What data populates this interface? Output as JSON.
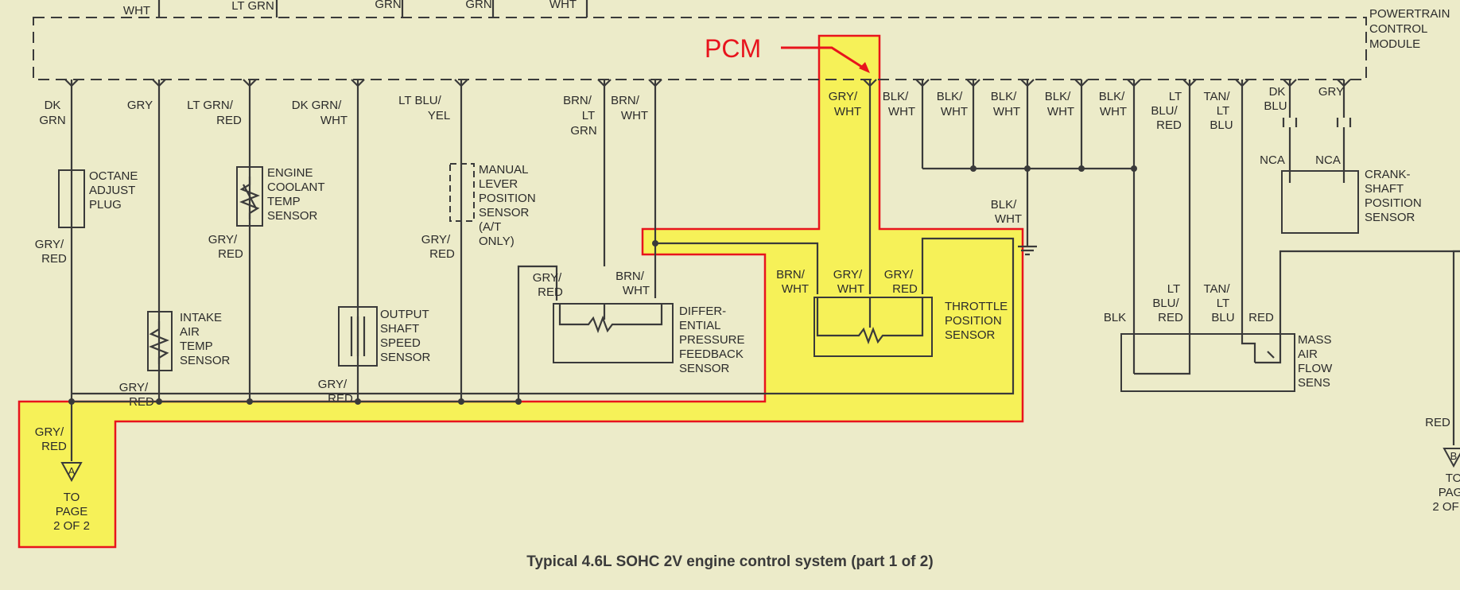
{
  "caption": "Typical 4.6L SOHC 2V engine control system (part 1 of 2)",
  "annotation": {
    "text": "PCM",
    "color": "#e8141d"
  },
  "highlight_color": "#f6f158",
  "module": {
    "line1": "POWERTRAIN",
    "line2": "CONTROL",
    "line3": "MODULE"
  },
  "top_stubs": {
    "a": "WHT",
    "b": "LT GRN",
    "c": "GRN",
    "d": "GRN",
    "e": "WHT"
  },
  "wires": {
    "w1": [
      "DK",
      "GRN"
    ],
    "w2": [
      "GRY"
    ],
    "w3": [
      "LT GRN/",
      "RED"
    ],
    "w4": [
      "DK GRN/",
      "WHT"
    ],
    "w5": [
      "LT BLU/",
      "YEL"
    ],
    "w6": [
      "BRN/",
      "LT",
      "GRN"
    ],
    "w7": [
      "BRN/",
      "WHT"
    ],
    "w8": [
      "GRY/",
      "WHT"
    ],
    "w9": [
      "BLK/",
      "WHT"
    ],
    "w10": [
      "BLK/",
      "WHT"
    ],
    "w11": [
      "BLK/",
      "WHT"
    ],
    "w12": [
      "BLK/",
      "WHT"
    ],
    "w13": [
      "BLK/",
      "WHT"
    ],
    "w14": [
      "LT",
      "BLU/",
      "RED"
    ],
    "w15": [
      "TAN/",
      "LT",
      "BLU"
    ],
    "w16": [
      "DK",
      "BLU"
    ],
    "w17": [
      "GRY"
    ]
  },
  "labels": {
    "gry_red": [
      "GRY/",
      "RED"
    ],
    "blk_wht": [
      "BLK/",
      "WHT"
    ],
    "brn_wht": [
      "BRN/",
      "WHT"
    ],
    "gry_wht": [
      "GRY/",
      "WHT"
    ],
    "lt_blu_red": [
      "LT",
      "BLU/",
      "RED"
    ],
    "tan_lt_blu": [
      "TAN/",
      "LT",
      "BLU"
    ],
    "blk": "BLK",
    "red": "RED",
    "nca": "NCA"
  },
  "components": {
    "octane": [
      "OCTANE",
      "ADJUST",
      "PLUG"
    ],
    "ect": [
      "ENGINE",
      "COOLANT",
      "TEMP",
      "SENSOR"
    ],
    "mlp": [
      "MANUAL",
      "LEVER",
      "POSITION",
      "SENSOR",
      "(A/T",
      "ONLY)"
    ],
    "iat": [
      "INTAKE",
      "AIR",
      "TEMP",
      "SENSOR"
    ],
    "oss": [
      "OUTPUT",
      "SHAFT",
      "SPEED",
      "SENSOR"
    ],
    "dpfe": [
      "DIFFER-",
      "ENTIAL",
      "PRESSURE",
      "FEEDBACK",
      "SENSOR"
    ],
    "tps": [
      "THROTTLE",
      "POSITION",
      "SENSOR"
    ],
    "ckp": [
      "CRANK-",
      "SHAFT",
      "POSITION",
      "SENSOR"
    ],
    "maf": [
      "MASS",
      "AIR",
      "FLOW",
      "SENS"
    ]
  },
  "connectors": {
    "a": {
      "letter": "A",
      "text": [
        "TO",
        "PAGE",
        "2 OF 2"
      ]
    },
    "b": {
      "letter": "B",
      "text": [
        "TO",
        "PAG",
        "2 OF"
      ]
    }
  }
}
